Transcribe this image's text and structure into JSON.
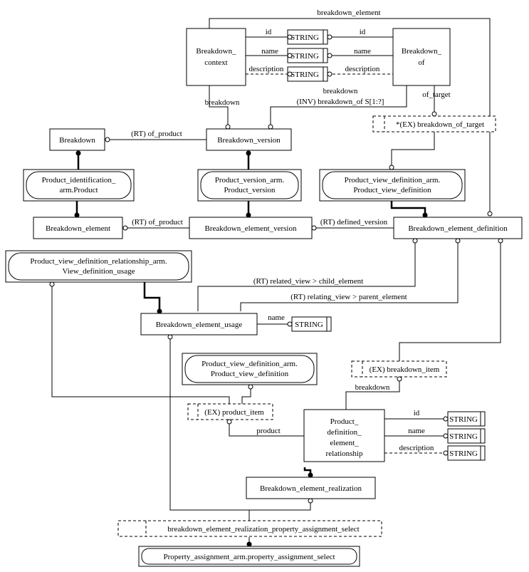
{
  "entities": {
    "breakdown_context": [
      "Breakdown_",
      "context"
    ],
    "breakdown_of": [
      "Breakdown_",
      "of"
    ],
    "breakdown": "Breakdown",
    "breakdown_version": "Breakdown_version",
    "breakdown_element": "Breakdown_element",
    "breakdown_element_version": "Breakdown_element_version",
    "breakdown_element_definition": "Breakdown_element_definition",
    "breakdown_element_usage": "Breakdown_element_usage",
    "product_definition_element_relationship": [
      "Product_",
      "definition_",
      "element_",
      "relationship"
    ],
    "breakdown_element_realization": "Breakdown_element_realization"
  },
  "types": {
    "string": "STRING"
  },
  "external_entities": {
    "product_identification": [
      "Product_identification_",
      "arm.Product"
    ],
    "product_version": [
      "Product_version_arm.",
      "Product_version"
    ],
    "pvd_top": [
      "Product_view_definition_arm.",
      "Product_view_definition"
    ],
    "pvd_relationship": [
      "Product_view_definition_relationship_arm.",
      "View_definition_usage"
    ],
    "pvd_middle": [
      "Product_view_definition_arm.",
      "Product_view_definition"
    ],
    "property_assignment_select": "Property_assignment_arm.property_assignment_select"
  },
  "selects": {
    "breakdown_of_target": "*(EX) breakdown_of_target",
    "breakdown_item": "(EX) breakdown_item",
    "product_item": "(EX) product_item",
    "realization_property_select": "breakdown_element_realization_property_assignment_select"
  },
  "relations": {
    "breakdown_element_top": "breakdown_element",
    "ctx_id": "id",
    "ctx_name": "name",
    "ctx_description": "description",
    "of_id": "id",
    "of_name": "name",
    "of_description": "description",
    "ctx_breakdown": "breakdown",
    "of_breakdown": "breakdown",
    "of_breakdown_inverse": "(INV) breakdown_of S[1:?]",
    "of_target": "of_target",
    "version_of_product": "(RT) of_product",
    "element_of_product": "(RT) of_product",
    "defined_version": "(RT) defined_version",
    "related_view": "(RT) related_view > child_element",
    "relating_view": "(RT) relating_view > parent_element",
    "usage_name": "name",
    "item_breakdown": "breakdown",
    "item_product": "product",
    "rel_id": "id",
    "rel_name": "name",
    "rel_description": "description"
  }
}
